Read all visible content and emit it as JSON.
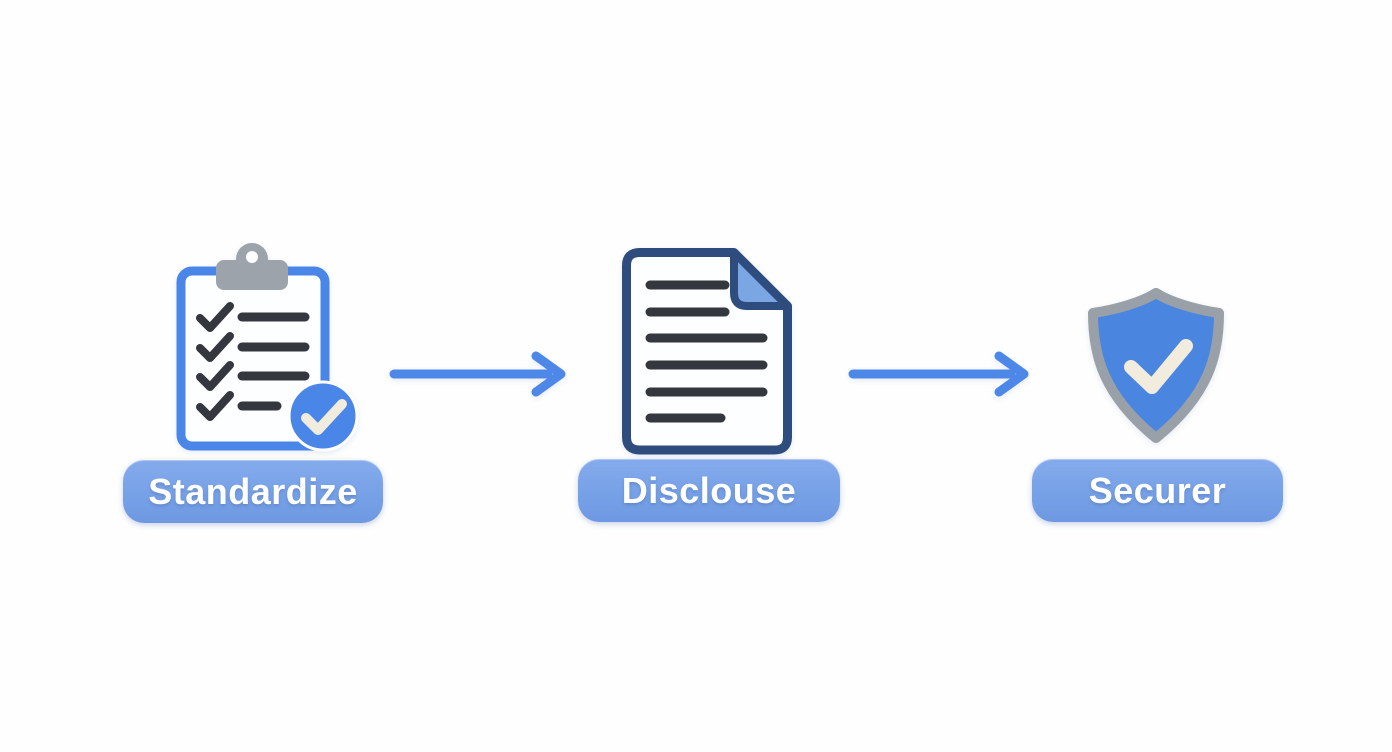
{
  "diagram": {
    "steps": [
      {
        "label": "Standardize",
        "icon": "clipboard-checklist-icon"
      },
      {
        "label": "Disclouse",
        "icon": "document-lines-icon"
      },
      {
        "label": "Securer",
        "icon": "shield-check-icon"
      }
    ],
    "connectors": [
      {
        "type": "arrow-right",
        "from": "Standardize",
        "to": "Disclouse"
      },
      {
        "type": "arrow-right",
        "from": "Disclouse",
        "to": "Securer"
      }
    ],
    "colors": {
      "background": "#fefefe",
      "arrow_blue": "#4d88e8",
      "pill_blue": "#77a1e7",
      "pill_text": "#ffffff",
      "clipboard_frame_blue": "#4a86e8",
      "clip_gray": "#9ca3ab",
      "ink_dark": "#34373e",
      "badge_blue": "#4a86e8",
      "document_navy": "#2e4d7e",
      "document_fold_blue": "#7ba6e4",
      "shield_gray": "#9aa0a8",
      "shield_blue": "#4a86e0",
      "check_cream": "#f2ecdf"
    }
  }
}
